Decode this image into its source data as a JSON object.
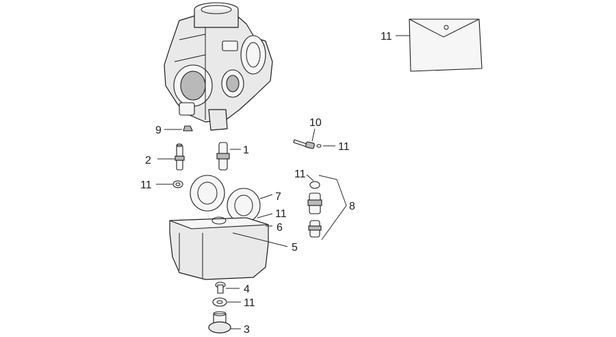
{
  "callouts": {
    "c11_bag": "11",
    "c9": "9",
    "c10": "10",
    "c11_jet": "11",
    "c2": "2",
    "c1": "1",
    "c11_left": "11",
    "c11_right": "11",
    "c7": "7",
    "c8": "8",
    "c11_bowl": "11",
    "c6": "6",
    "c5": "5",
    "c4": "4",
    "c11_bottom": "11",
    "c3": "3"
  },
  "icons": [
    "carburetor-body",
    "gasket-bag",
    "float",
    "float-bowl",
    "jet",
    "pilot-screw",
    "drain-plug"
  ]
}
